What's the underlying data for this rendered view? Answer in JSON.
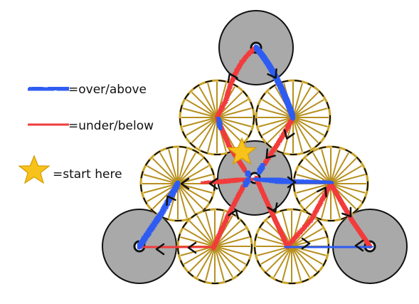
{
  "legend": {
    "over_label": "=over/above",
    "under_label": "=under/below",
    "start_label": "=start here"
  },
  "colors": {
    "over": "#2f5cf2",
    "under": "#f23b3b",
    "wheel_rim": "#c9a227",
    "wheel_spoke": "#b8901e",
    "gray_disk": "#a9a9a9",
    "star": "#f7c21a"
  },
  "icons": {
    "start": "star-icon",
    "direction": "chevron-arrow-icon"
  }
}
